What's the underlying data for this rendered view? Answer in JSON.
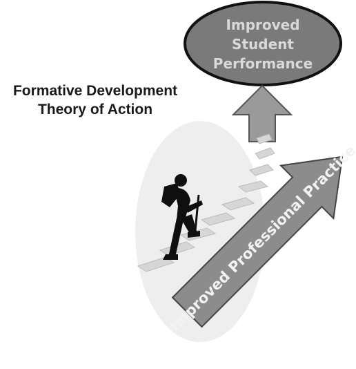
{
  "diagram": {
    "title_lines": [
      "Formative Development",
      "Theory of Action"
    ],
    "outcome_lines": [
      "Improved",
      "Student",
      "Performance"
    ],
    "practice_label": "Improved Professional Practice",
    "colors": {
      "oval_fill": "#7a7a7a",
      "oval_stroke": "#111111",
      "oval_text": "#d9d9d9",
      "up_arrow_fill": "#9a9a9a",
      "diagonal_arrow_fill": "#8c8c8c",
      "diagonal_text": "#f2f2f2",
      "stairs_bg": "#eeeeee",
      "stairs_step": "#d6d6d6",
      "figure": "#0f0f0f"
    },
    "icons": [
      "hiker-climbing-icon",
      "staircase-icon",
      "up-arrow-icon",
      "diagonal-arrow-icon"
    ]
  }
}
